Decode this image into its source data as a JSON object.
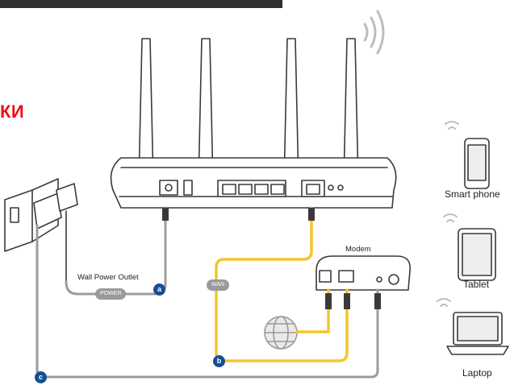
{
  "heading_fragment": "КИ",
  "labels": {
    "smart_phone": "Smart phone",
    "tablet": "Tablet",
    "laptop": "Laptop",
    "modem": "Modem",
    "wall_outlet": "Wall Power Outlet"
  },
  "cable_tags": {
    "power": "POWER",
    "wan": "WAN"
  },
  "badges": {
    "a": "a",
    "b": "b",
    "c": "c"
  },
  "colors": {
    "ethernet_cable": "#f5c52b",
    "power_cable": "#9c9c9c",
    "badge": "#164e93",
    "heading": "#e8101a",
    "line_art": "#3a3a3a"
  },
  "icons": [
    "router-icon",
    "modem-icon",
    "globe-icon",
    "wifi-icon",
    "smartphone-icon",
    "tablet-icon",
    "laptop-icon",
    "power-adapter-icon",
    "wall-outlet-icon"
  ]
}
